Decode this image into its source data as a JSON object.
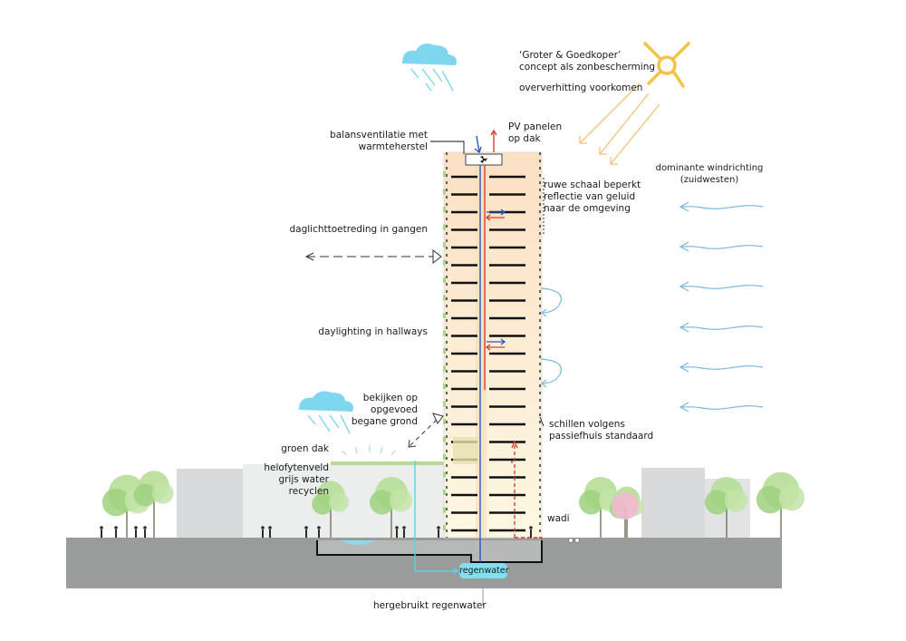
{
  "labels": {
    "concept": "‘Groter & Goedkoper’",
    "concept2": "concept als zonbescherming",
    "overheating": "oververhitting voorkomen",
    "pv1": "PV panelen",
    "pv2": "op dak",
    "vent1": "balansventilatie met",
    "vent2": "warmteherstel",
    "rough1": "ruwe schaal beperkt",
    "rough2": "reflectie van geluid",
    "rough3": "naar de omgeving",
    "wind1": "dominante windrichting",
    "wind2": "(zuidwesten)",
    "daylight_nl": "daglichttoetreding in gangen",
    "daylight_en": "daylighting in hallways",
    "view1": "bekijken op",
    "view2": "opgevoed",
    "view3": "begane grond",
    "green_roof": "groen dak",
    "helo1": "helofytenveld",
    "helo2": "grijs water",
    "helo3": "recyclen",
    "shells1": "schillen volgens",
    "shells2": "passiefhuis standaard",
    "wadi": "wadi",
    "rainwater": "regenwater",
    "reused": "hergebruikt regenwater"
  },
  "icons": [
    "sun-icon",
    "rain-cloud-icon",
    "fan-icon",
    "tree-icon",
    "person-icon",
    "eye-icon"
  ],
  "colors": {
    "ground": "#999c9b",
    "tower_warm": "#fbe3cc",
    "tower_light": "#fdf5dc",
    "water": "#7fe0f0",
    "sun": "#f2c24b",
    "wind": "#7ab8dc",
    "cloud": "#7fd7ef",
    "tree": "#a9d68a",
    "vent_in": "#2a55c9",
    "vent_out": "#d8402e"
  }
}
